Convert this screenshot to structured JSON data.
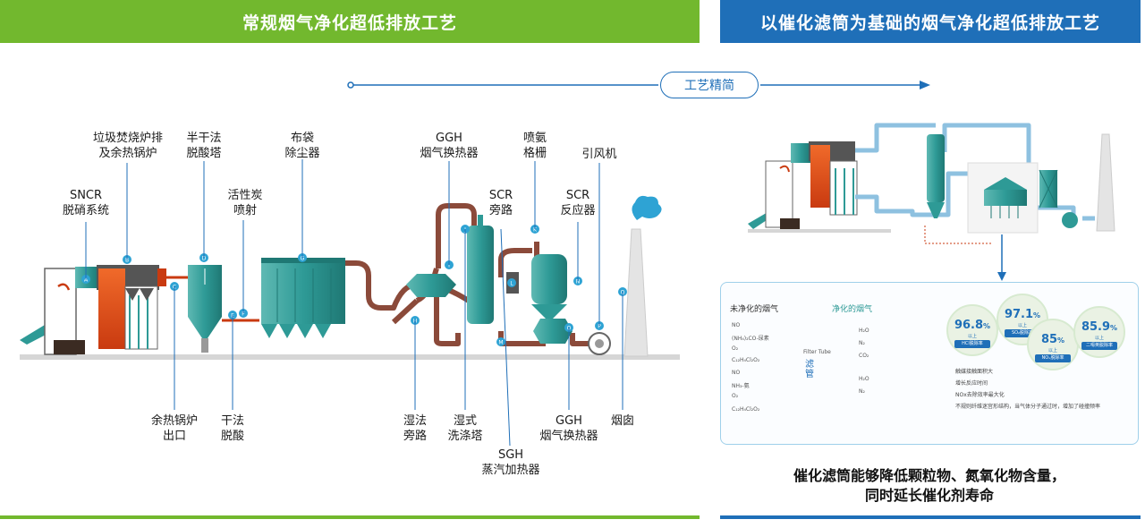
{
  "banners": {
    "left": "常规烟气净化超低排放工艺",
    "right": "以催化滤筒为基础的烟气净化超低排放工艺"
  },
  "arrow_pill": "工艺精简",
  "labels": {
    "sncr": "SNCR\n脱硝系统",
    "garbage_boiler": "垃圾焚烧炉排\n及余热锅炉",
    "semi_dry": "半干法\n脱酸塔",
    "activated_carbon": "活性炭\n喷射",
    "bag_filter": "布袋\n除尘器",
    "ggh_top": "GGH\n烟气换热器",
    "spray_ammonia": "喷氨\n格栅",
    "scr_bypass": "SCR\n旁路",
    "scr_reactor": "SCR\n反应器",
    "induced_fan": "引风机",
    "boiler_outlet": "余热锅炉\n出口",
    "dry_acid": "干法\n脱酸",
    "wet_bypass": "湿法\n旁路",
    "wet_scrubber": "湿式\n洗涤塔",
    "sgh": "SGH\n蒸汽加热器",
    "ggh_bottom": "GGH\n烟气换热器",
    "chimney": "烟囱"
  },
  "node_letters": [
    "A",
    "B",
    "C",
    "D",
    "E",
    "F",
    "G",
    "H",
    "I",
    "J",
    "K",
    "L",
    "M",
    "N",
    "O",
    "P",
    "Q"
  ],
  "panel": {
    "unclean_label": "未净化的烟气",
    "clean_label": "净化的烟气",
    "filter_cn": "滤\n管",
    "filter_en": "Filter Tube",
    "inputs": [
      "NO",
      "(NH₄)₂CO-尿素",
      "O₂",
      "C₁₂H₄Cl₂O₂",
      "NO",
      "NH₃-氨",
      "O₂",
      "C₁₂H₄Cl₂O₂"
    ],
    "outputs": [
      "H₂O",
      "N₂",
      "CO₂",
      "H₂O",
      "N₂"
    ],
    "bullets": [
      "触媒接触面积大",
      "增长反应时间",
      "NOx去除效率最大化",
      "不规则纤维迷宫形结构，当气体分子通过时，增加了碰撞频率"
    ],
    "stats": [
      {
        "value": "96.8",
        "unit": "%",
        "sub": "以上",
        "tag": "HCl脱除率"
      },
      {
        "value": "97.1",
        "unit": "%",
        "sub": "以上",
        "tag": "SO₂脱除率"
      },
      {
        "value": "85",
        "unit": "%",
        "sub": "以上",
        "tag": "NOₓ脱除率"
      },
      {
        "value": "85.9",
        "unit": "%",
        "sub": "以上",
        "tag": "二噁英脱除率"
      }
    ]
  },
  "caption": {
    "line1": "催化滤筒能够降低颗粒物、氮氧化物含量，",
    "line2": "同时延长催化剂寿命"
  },
  "colors": {
    "green": "#72b82e",
    "blue": "#1f6fb8",
    "teal": "#2e9a96",
    "pipe": "#8b4a3a"
  }
}
